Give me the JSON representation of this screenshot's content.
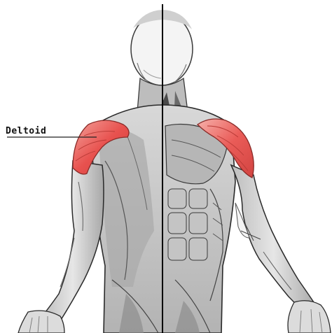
{
  "figure": {
    "labels": [
      {
        "id": "deltoid",
        "text": "Deltoid"
      }
    ],
    "colors": {
      "background": "#ffffff",
      "outline": "#2a2a2a",
      "skin_light": "#f2f2f2",
      "muscle_mid": "#c9c9c9",
      "muscle_dark": "#9a9a9a",
      "shadow": "#6e6e6e",
      "highlight_muscle": "#e8524f",
      "highlight_muscle_light": "#f08a84",
      "divider": "#000000"
    },
    "icons": {
      "figure": "human-torso-anatomy-illustration"
    }
  }
}
